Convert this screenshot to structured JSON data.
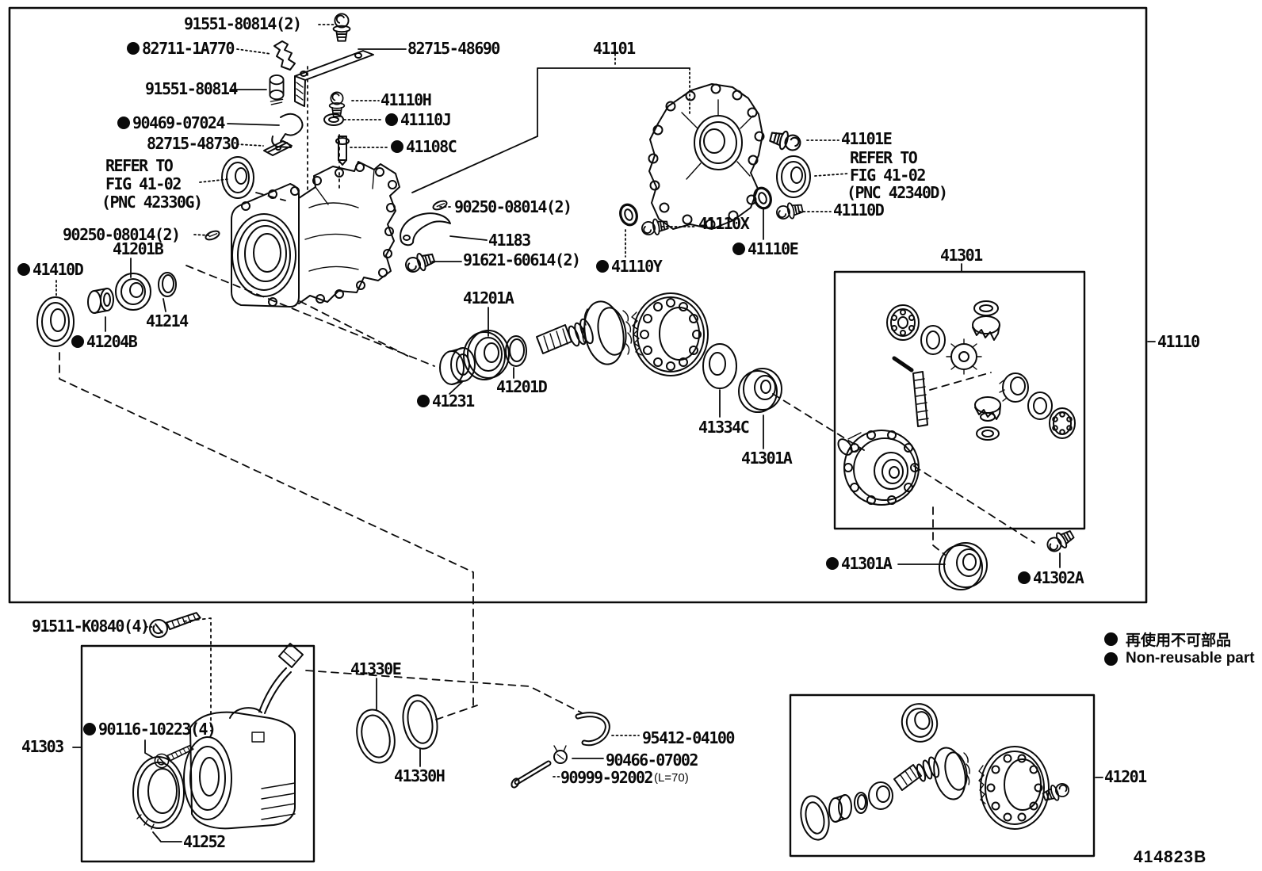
{
  "figure_code": "414823B",
  "legend": {
    "jp": "再使用不可部品",
    "en": "Non-reusable part"
  },
  "labels": [
    {
      "text": "91551-80814(2)",
      "dot": false
    },
    {
      "text": "82711-1A770",
      "dot": true
    },
    {
      "text": "82715-48690",
      "dot": false
    },
    {
      "text": "91551-80814",
      "dot": false
    },
    {
      "text": "41110H",
      "dot": false
    },
    {
      "text": "41110J",
      "dot": true
    },
    {
      "text": "90469-07024",
      "dot": true
    },
    {
      "text": "82715-48730",
      "dot": false
    },
    {
      "text": "41108C",
      "dot": true
    },
    {
      "text": "REFER TO",
      "dot": false
    },
    {
      "text": "FIG 41-02",
      "dot": false
    },
    {
      "text": "(PNC 42330G)",
      "dot": false
    },
    {
      "text": "90250-08014(2)",
      "dot": false
    },
    {
      "text": "41201B",
      "dot": false
    },
    {
      "text": "41410D",
      "dot": true
    },
    {
      "text": "41204B",
      "dot": true
    },
    {
      "text": "41214",
      "dot": false
    },
    {
      "text": "90250-08014(2)",
      "dot": false
    },
    {
      "text": "41183",
      "dot": false
    },
    {
      "text": "91621-60614(2)",
      "dot": false
    },
    {
      "text": "41201A",
      "dot": false
    },
    {
      "text": "41231",
      "dot": true
    },
    {
      "text": "41201D",
      "dot": false
    },
    {
      "text": "41101",
      "dot": false
    },
    {
      "text": "41101E",
      "dot": false
    },
    {
      "text": "REFER TO",
      "dot": false
    },
    {
      "text": "FIG 41-02",
      "dot": false
    },
    {
      "text": "(PNC 42340D)",
      "dot": false
    },
    {
      "text": "41110D",
      "dot": false
    },
    {
      "text": "41110X",
      "dot": false
    },
    {
      "text": "41110Y",
      "dot": true
    },
    {
      "text": "41110E",
      "dot": true
    },
    {
      "text": "41301",
      "dot": false
    },
    {
      "text": "41110",
      "dot": false
    },
    {
      "text": "41334C",
      "dot": false
    },
    {
      "text": "41301A",
      "dot": false
    },
    {
      "text": "41301A",
      "dot": true
    },
    {
      "text": "41302A",
      "dot": true
    },
    {
      "text": "91511-K0840(4)",
      "dot": false
    },
    {
      "text": "41303",
      "dot": false
    },
    {
      "text": "90116-10223(4)",
      "dot": true
    },
    {
      "text": "41252",
      "dot": false
    },
    {
      "text": "41330E",
      "dot": false
    },
    {
      "text": "41330H",
      "dot": false
    },
    {
      "text": "95412-04100",
      "dot": false
    },
    {
      "text": "90466-07002",
      "dot": false
    },
    {
      "text": "90999-92002",
      "dot": false,
      "suffix": "(L=70)"
    },
    {
      "text": "41201",
      "dot": false
    }
  ]
}
